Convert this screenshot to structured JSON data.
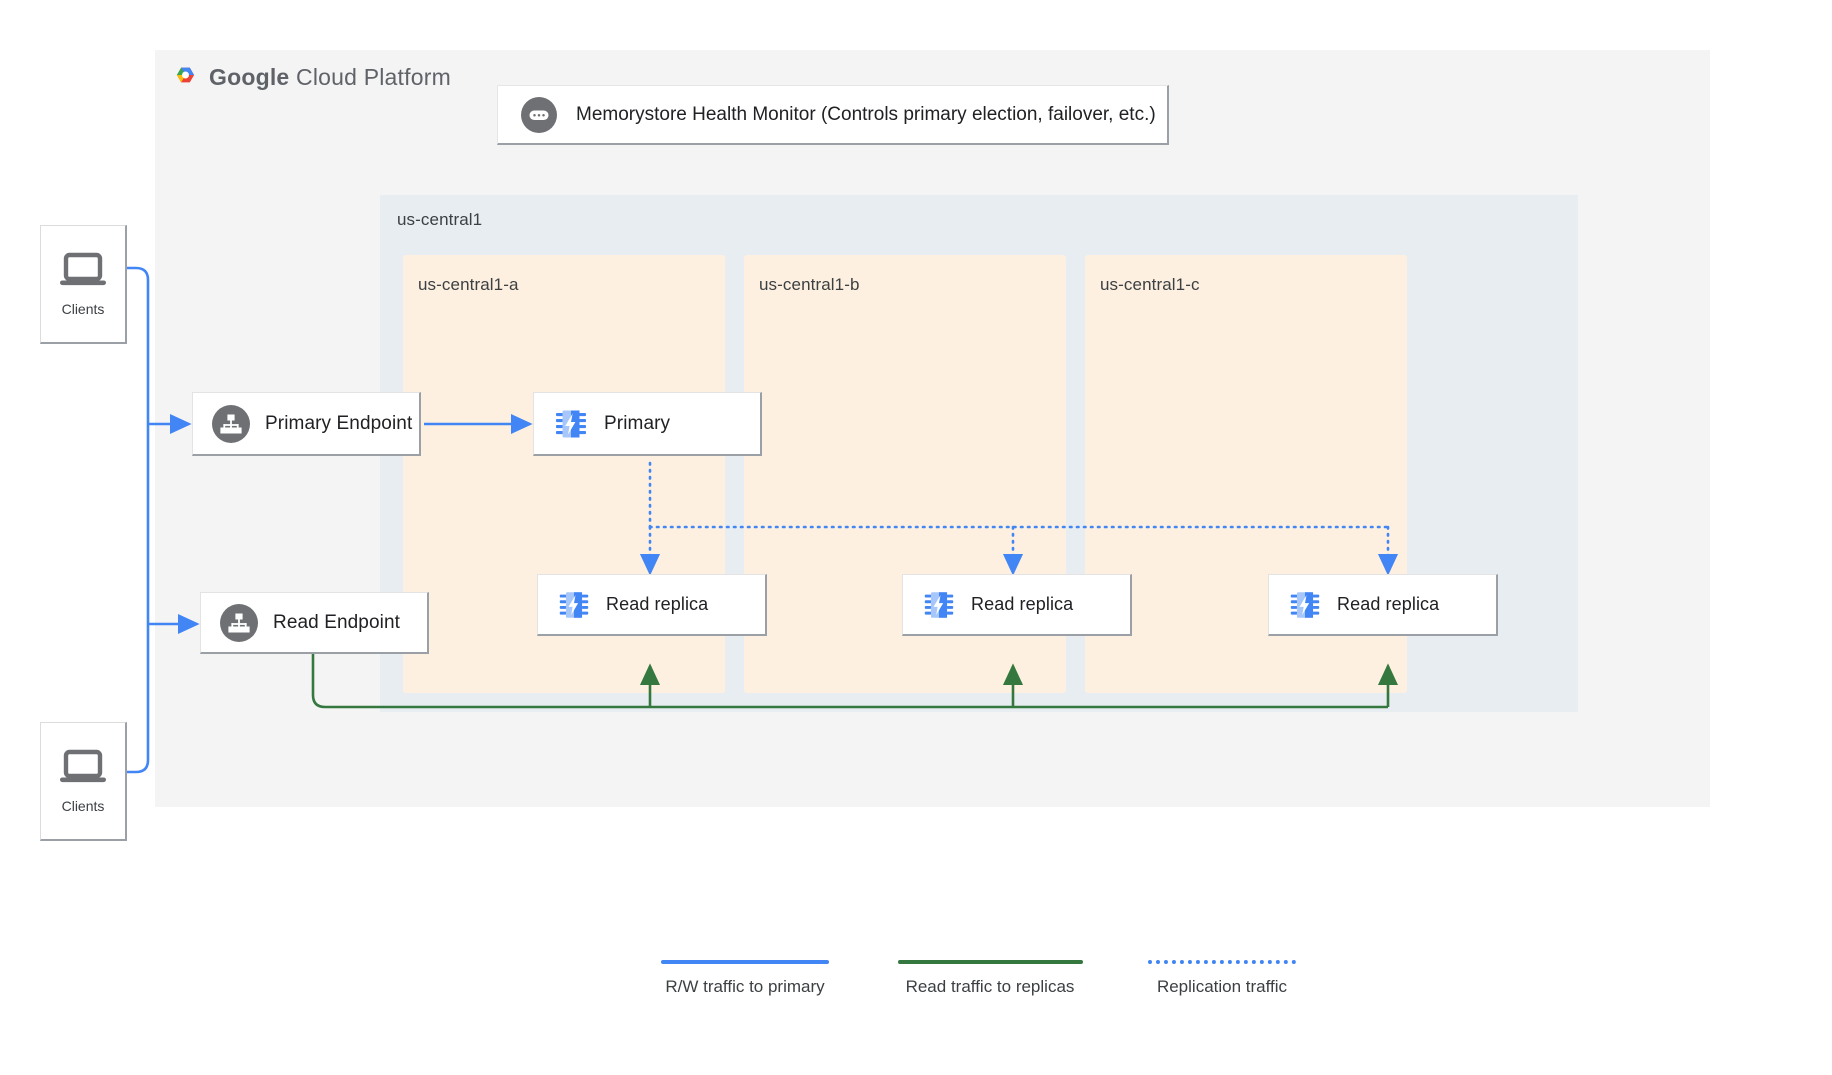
{
  "brand": {
    "name_bold": "Google",
    "name_rest": "Cloud Platform",
    "logo_icon": "google-cloud-logo-icon"
  },
  "monitor": {
    "icon": "health-monitor-icon",
    "label": "Memorystore Health Monitor (Controls primary election, failover, etc.)"
  },
  "region": {
    "label": "us-central1"
  },
  "zones": [
    {
      "label": "us-central1-a",
      "node": {
        "icon": "memorystore-chip-icon",
        "label": "Primary"
      },
      "replica": {
        "icon": "memorystore-chip-icon",
        "label": "Read replica"
      }
    },
    {
      "label": "us-central1-b",
      "node": null,
      "replica": {
        "icon": "memorystore-chip-icon",
        "label": "Read replica"
      }
    },
    {
      "label": "us-central1-c",
      "node": null,
      "replica": {
        "icon": "memorystore-chip-icon",
        "label": "Read replica"
      }
    }
  ],
  "endpoints": [
    {
      "icon": "endpoint-hierarchy-icon",
      "label": "Primary Endpoint"
    },
    {
      "icon": "endpoint-hierarchy-icon",
      "label": "Read Endpoint"
    }
  ],
  "clients": [
    {
      "icon": "laptop-icon",
      "label": "Clients"
    },
    {
      "icon": "laptop-icon",
      "label": "Clients"
    }
  ],
  "legend": [
    {
      "label": "R/W traffic to primary",
      "color": "#4285f4",
      "style": "solid"
    },
    {
      "label": "Read traffic to replicas",
      "color": "#34783f",
      "style": "solid"
    },
    {
      "label": "Replication traffic",
      "color": "#4285f4",
      "style": "dotted"
    }
  ],
  "colors": {
    "canvas": "#ffffff",
    "gcp_panel": "#f4f4f4",
    "region_fill": "#e8edf1",
    "zone_fill": "#fdf0e1",
    "rw_traffic": "#4285f4",
    "read_traffic": "#34783f",
    "replication": "#4285f4",
    "icon_gray": "#6e7073",
    "chip_blue": "#4285f4",
    "chip_blue_light": "#a7c7fb"
  }
}
